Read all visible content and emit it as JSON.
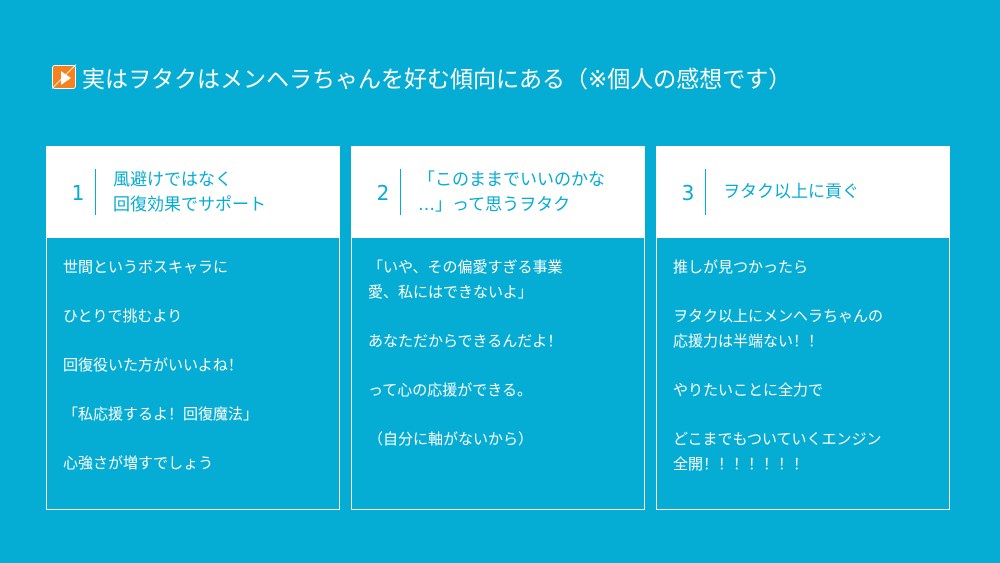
{
  "slide": {
    "title": "実はヲタクはメンヘラちゃんを好む傾向にある（※個人の感想です）",
    "title_icon": "play-button-icon",
    "colors": {
      "background": "#05acd3",
      "header": "#ffffff",
      "accent": "#f5821f"
    }
  },
  "cards": [
    {
      "number": "1",
      "title": "風避けではなく\n回復効果でサポート",
      "lines": [
        "世間というボスキャラに",
        "ひとりで挑むより",
        "回復役いた方がいいよね！",
        "「私応援するよ！回復魔法」",
        "心強さが増すでしょう"
      ]
    },
    {
      "number": "2",
      "title": "「このままでいいのかな\n…」って思うヲタク",
      "lines": [
        "「いや、その偏愛すぎる事業\n愛、私にはできないよ」",
        "あなただからできるんだよ！",
        "って心の応援ができる。",
        "（自分に軸がないから）"
      ]
    },
    {
      "number": "3",
      "title": "ヲタク以上に貢ぐ",
      "lines": [
        "推しが見つかったら",
        "ヲタク以上にメンヘラちゃんの\n応援力は半端ない！！",
        "やりたいことに全力で",
        "どこまでもついていくエンジン\n全開！！！！！！！"
      ]
    }
  ]
}
